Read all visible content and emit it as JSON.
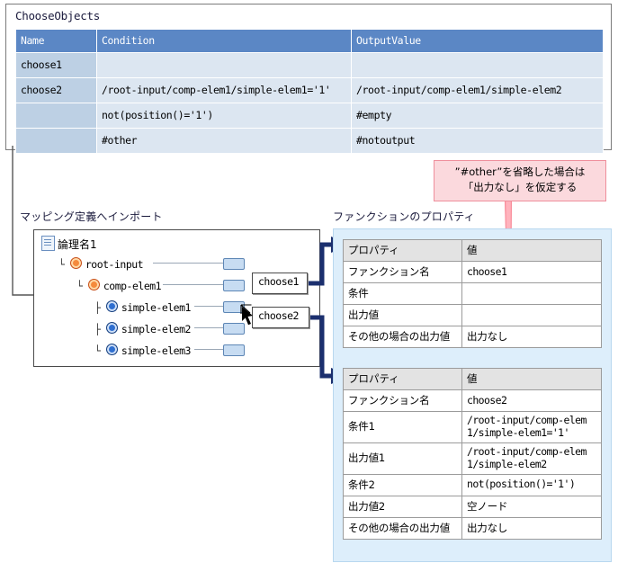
{
  "top_panel": {
    "title": "ChooseObjects",
    "table": {
      "headers": [
        "Name",
        "Condition",
        "OutputValue"
      ],
      "rows": [
        {
          "name": "choose1",
          "condition": "",
          "output": ""
        },
        {
          "name": "choose2",
          "condition": "/root-input/comp-elem1/simple-elem1='1'",
          "output": "/root-input/comp-elem1/simple-elem2"
        },
        {
          "name": "",
          "condition": "not(position()='1')",
          "output": "#empty"
        },
        {
          "name": "",
          "condition": "#other",
          "output": "#notoutput"
        }
      ]
    }
  },
  "callout": {
    "line1": "”#other”を省略した場合は",
    "line2": "「出力なし」を仮定する",
    "bg_color": "#fbd9dd",
    "border_color": "#ef8f9c"
  },
  "tree_section": {
    "label": "マッピング定義へインポート",
    "nodes": [
      {
        "label": "論理名1",
        "icon": "document-icon",
        "indent": 0
      },
      {
        "label": "root-input",
        "icon": "complex-node-icon",
        "indent": 1
      },
      {
        "label": "comp-elem1",
        "icon": "complex-node-icon",
        "indent": 2
      },
      {
        "label": "simple-elem1",
        "icon": "simple-node-icon",
        "indent": 3
      },
      {
        "label": "simple-elem2",
        "icon": "simple-node-icon",
        "indent": 3
      },
      {
        "label": "simple-elem3",
        "icon": "simple-node-icon",
        "indent": 3
      }
    ],
    "function_boxes": [
      {
        "label": "choose1"
      },
      {
        "label": "choose2"
      }
    ]
  },
  "props_section": {
    "label": "ファンクションのプロパティ",
    "panel_bg": "#ddeefb",
    "tables": [
      {
        "headers": [
          "プロパティ",
          "値"
        ],
        "rows": [
          {
            "key": "ファンクション名",
            "value": "choose1",
            "mono": true
          },
          {
            "key": "条件",
            "value": "",
            "mono": true
          },
          {
            "key": "出力値",
            "value": "",
            "mono": true
          },
          {
            "key": "その他の場合の出力値",
            "value": "出力なし",
            "mono": false
          }
        ]
      },
      {
        "headers": [
          "プロパティ",
          "値"
        ],
        "rows": [
          {
            "key": "ファンクション名",
            "value": "choose2",
            "mono": true
          },
          {
            "key": "条件1",
            "value": "/root-input/comp-elem1/simple-elem1='1'",
            "mono": true
          },
          {
            "key": "出力値1",
            "value": "/root-input/comp-elem1/simple-elem2",
            "mono": true
          },
          {
            "key": "条件2",
            "value": "not(position()='1')",
            "mono": true
          },
          {
            "key": "出力値2",
            "value": "空ノード",
            "mono": false
          },
          {
            "key": "その他の場合の出力値",
            "value": "出力なし",
            "mono": false
          }
        ]
      }
    ]
  },
  "colors": {
    "table_header_blue": "#5b87c5",
    "table_name_cell": "#bdd0e4",
    "table_data_cell": "#dce6f1",
    "connector_navy": "#1b2f6e",
    "panel_light_blue": "#ddeefb"
  }
}
